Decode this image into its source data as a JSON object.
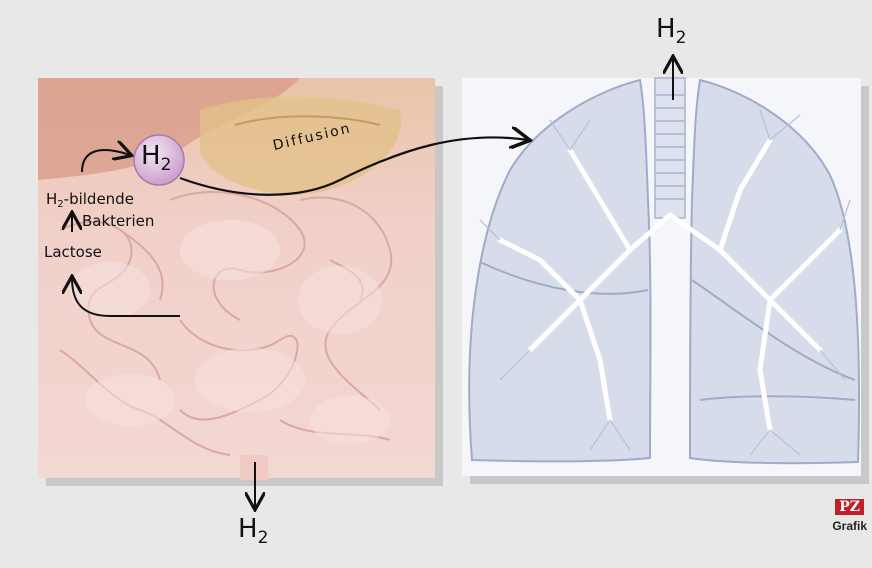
{
  "labels": {
    "h2_circle": "H",
    "h2_circle_sub": "2",
    "h2_top": "H",
    "h2_top_sub": "2",
    "h2_bottom": "H",
    "h2_bottom_sub": "2",
    "bacteria_prefix": "H",
    "bacteria_sub": "2",
    "bacteria_suffix": "-bildende",
    "bacteria_line2": "Bakterien",
    "lactose": "Lactose",
    "diffusion": "Diffusion"
  },
  "logo": {
    "brand": "PZ",
    "sub": "Grafik"
  },
  "colors": {
    "background": "#e8e8e8",
    "intestine": "#f0c9c4",
    "lung": "#d6dcea",
    "h2_circle": "#d9b8d9",
    "brand_red": "#c21f28"
  }
}
